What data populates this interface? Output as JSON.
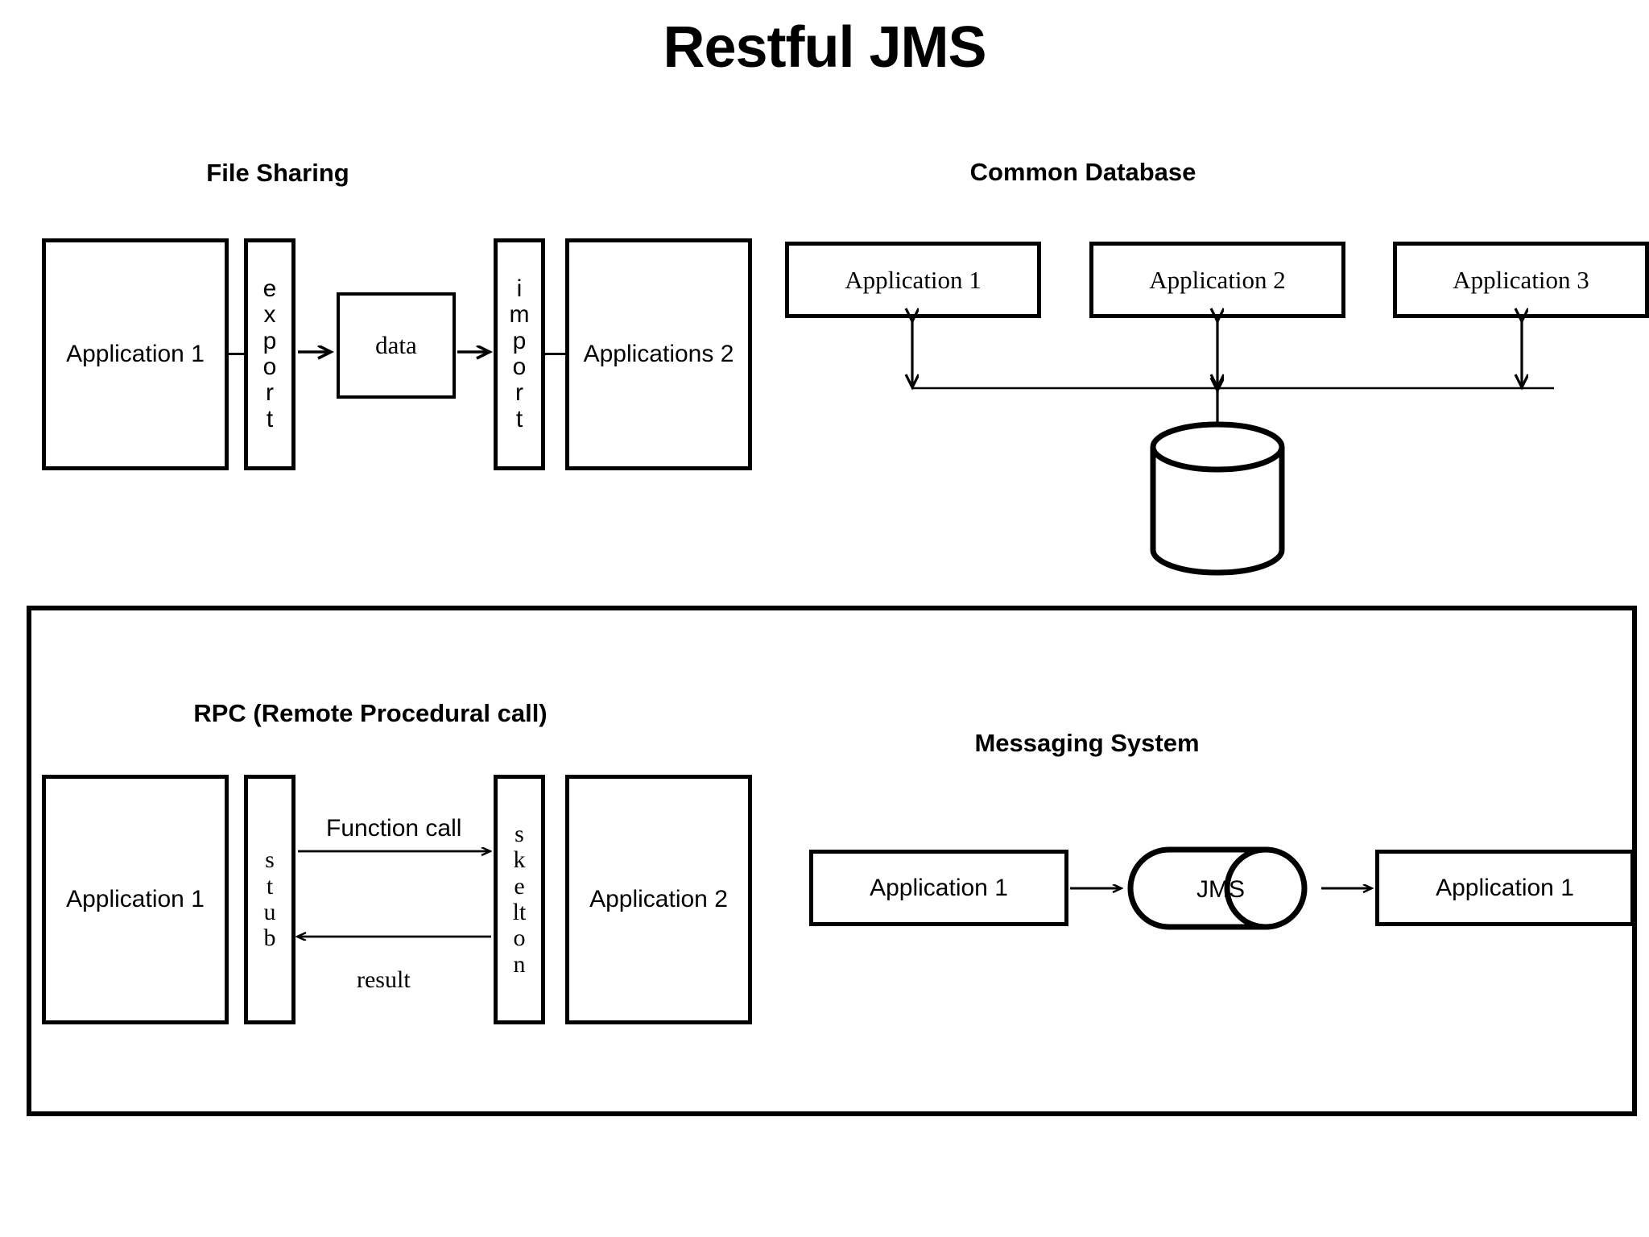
{
  "title": "Restful JMS",
  "sections": {
    "file_sharing": {
      "heading": "File Sharing",
      "app_left": "Application 1",
      "export_label": "export",
      "export_letters": [
        "e",
        "x",
        "p",
        "o",
        "r",
        "t"
      ],
      "data_label": "data",
      "import_label": "import",
      "import_letters": [
        "i",
        "m",
        "p",
        "o",
        "r",
        "t"
      ],
      "app_right": "Applications 2"
    },
    "common_database": {
      "heading": "Common Database",
      "apps": [
        "Application 1",
        "Application 2",
        "Application 3"
      ],
      "database_label": ""
    },
    "rpc": {
      "heading": "RPC (Remote Procedural call)",
      "app_left": "Application 1",
      "stub_label": "stub",
      "stub_letters": [
        "s",
        "t",
        "u",
        "b"
      ],
      "skeleton_label": "skelton",
      "skeleton_letters": [
        "s",
        "k",
        "e",
        "lt",
        "o",
        "n"
      ],
      "app_right": "Application 2",
      "call_label": "Function call",
      "result_label": "result"
    },
    "messaging": {
      "heading": "Messaging System",
      "app_left": "Application 1",
      "broker_label": "JMS",
      "app_right": "Application 1"
    }
  },
  "colors": {
    "stroke": "#000000",
    "background": "#ffffff"
  }
}
